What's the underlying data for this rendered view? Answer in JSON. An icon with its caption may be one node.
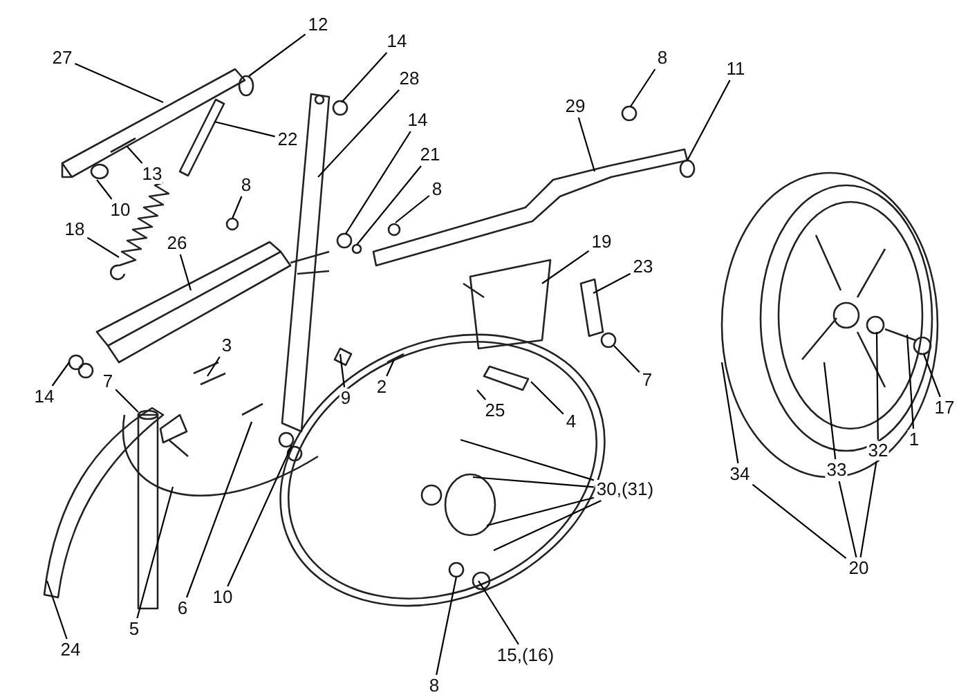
{
  "diagram": {
    "nodes": [
      {
        "text": [
          "12"
        ]
      },
      {
        "text": [
          "27"
        ]
      },
      {
        "text": [
          "14"
        ]
      },
      {
        "text": [
          "8"
        ]
      },
      {
        "text": [
          "11"
        ]
      },
      {
        "text": [
          "28"
        ]
      },
      {
        "text": [
          "29"
        ]
      },
      {
        "text": [
          "14"
        ]
      },
      {
        "text": [
          "22"
        ]
      },
      {
        "text": [
          "21"
        ]
      },
      {
        "text": [
          "8"
        ]
      },
      {
        "text": [
          "8"
        ]
      },
      {
        "text": [
          "13"
        ]
      },
      {
        "text": [
          "10"
        ]
      },
      {
        "text": [
          "18"
        ]
      },
      {
        "text": [
          "26"
        ]
      },
      {
        "text": [
          "19"
        ]
      },
      {
        "text": [
          "23"
        ]
      },
      {
        "text": [
          "14"
        ]
      },
      {
        "text": [
          "3"
        ]
      },
      {
        "text": [
          "7"
        ]
      },
      {
        "text": [
          "9"
        ]
      },
      {
        "text": [
          "2"
        ]
      },
      {
        "text": [
          "7"
        ]
      },
      {
        "text": [
          "25"
        ]
      },
      {
        "text": [
          "4"
        ]
      },
      {
        "text": [
          "17"
        ]
      },
      {
        "text": [
          "1"
        ]
      },
      {
        "text": [
          "32"
        ]
      },
      {
        "text": [
          "30,(31)"
        ]
      },
      {
        "text": [
          "33"
        ]
      },
      {
        "text": [
          "34"
        ]
      },
      {
        "text": [
          "5"
        ]
      },
      {
        "text": [
          "6"
        ]
      },
      {
        "text": [
          "10"
        ]
      },
      {
        "text": [
          "20"
        ]
      },
      {
        "text": [
          "24"
        ]
      },
      {
        "text": [
          "15,(16)"
        ]
      },
      {
        "text": [
          "8"
        ]
      }
    ],
    "edges": [
      {
        "from": 0,
        "to": null,
        "arrow": "none"
      },
      {
        "from": 1,
        "to": null,
        "arrow": "none"
      },
      {
        "from": 2,
        "to": null,
        "arrow": "none"
      },
      {
        "from": 3,
        "to": null,
        "arrow": "none"
      },
      {
        "from": 4,
        "to": null,
        "arrow": "none"
      },
      {
        "from": 5,
        "to": null,
        "arrow": "none"
      },
      {
        "from": 6,
        "to": null,
        "arrow": "none"
      },
      {
        "from": 7,
        "to": null,
        "arrow": "none"
      },
      {
        "from": 8,
        "to": null,
        "arrow": "none"
      },
      {
        "from": 9,
        "to": null,
        "arrow": "none"
      },
      {
        "from": 10,
        "to": null,
        "arrow": "none"
      },
      {
        "from": 11,
        "to": null,
        "arrow": "none"
      },
      {
        "from": 12,
        "to": null,
        "arrow": "none"
      },
      {
        "from": 13,
        "to": null,
        "arrow": "none"
      },
      {
        "from": 14,
        "to": null,
        "arrow": "none"
      },
      {
        "from": 15,
        "to": null,
        "arrow": "none"
      },
      {
        "from": 16,
        "to": null,
        "arrow": "none"
      },
      {
        "from": 17,
        "to": null,
        "arrow": "none"
      },
      {
        "from": 18,
        "to": null,
        "arrow": "none"
      },
      {
        "from": 19,
        "to": null,
        "arrow": "none"
      },
      {
        "from": 20,
        "to": null,
        "arrow": "none"
      },
      {
        "from": 21,
        "to": null,
        "arrow": "none"
      },
      {
        "from": 22,
        "to": null,
        "arrow": "none"
      },
      {
        "from": 23,
        "to": null,
        "arrow": "none"
      },
      {
        "from": 24,
        "to": null,
        "arrow": "none"
      },
      {
        "from": 25,
        "to": null,
        "arrow": "none"
      },
      {
        "from": 26,
        "to": null,
        "arrow": "none"
      },
      {
        "from": 27,
        "to": null,
        "arrow": "none"
      },
      {
        "from": 28,
        "to": null,
        "arrow": "none"
      },
      {
        "from": 29,
        "to": null,
        "arrow": "none"
      },
      {
        "from": 29,
        "to": null,
        "arrow": "none"
      },
      {
        "from": 29,
        "to": null,
        "arrow": "none"
      },
      {
        "from": 29,
        "to": null,
        "arrow": "none"
      },
      {
        "from": 30,
        "to": null,
        "arrow": "none"
      },
      {
        "from": 31,
        "to": null,
        "arrow": "none"
      },
      {
        "from": 32,
        "to": null,
        "arrow": "none"
      },
      {
        "from": 33,
        "to": null,
        "arrow": "none"
      },
      {
        "from": 34,
        "to": null,
        "arrow": "none"
      },
      {
        "from": 35,
        "to": 31,
        "arrow": "none"
      },
      {
        "from": 35,
        "to": 30,
        "arrow": "none"
      },
      {
        "from": 35,
        "to": 28,
        "arrow": "none"
      },
      {
        "from": 36,
        "to": null,
        "arrow": "none"
      },
      {
        "from": 37,
        "to": null,
        "arrow": "none"
      },
      {
        "from": 38,
        "to": null,
        "arrow": "none"
      }
    ]
  }
}
